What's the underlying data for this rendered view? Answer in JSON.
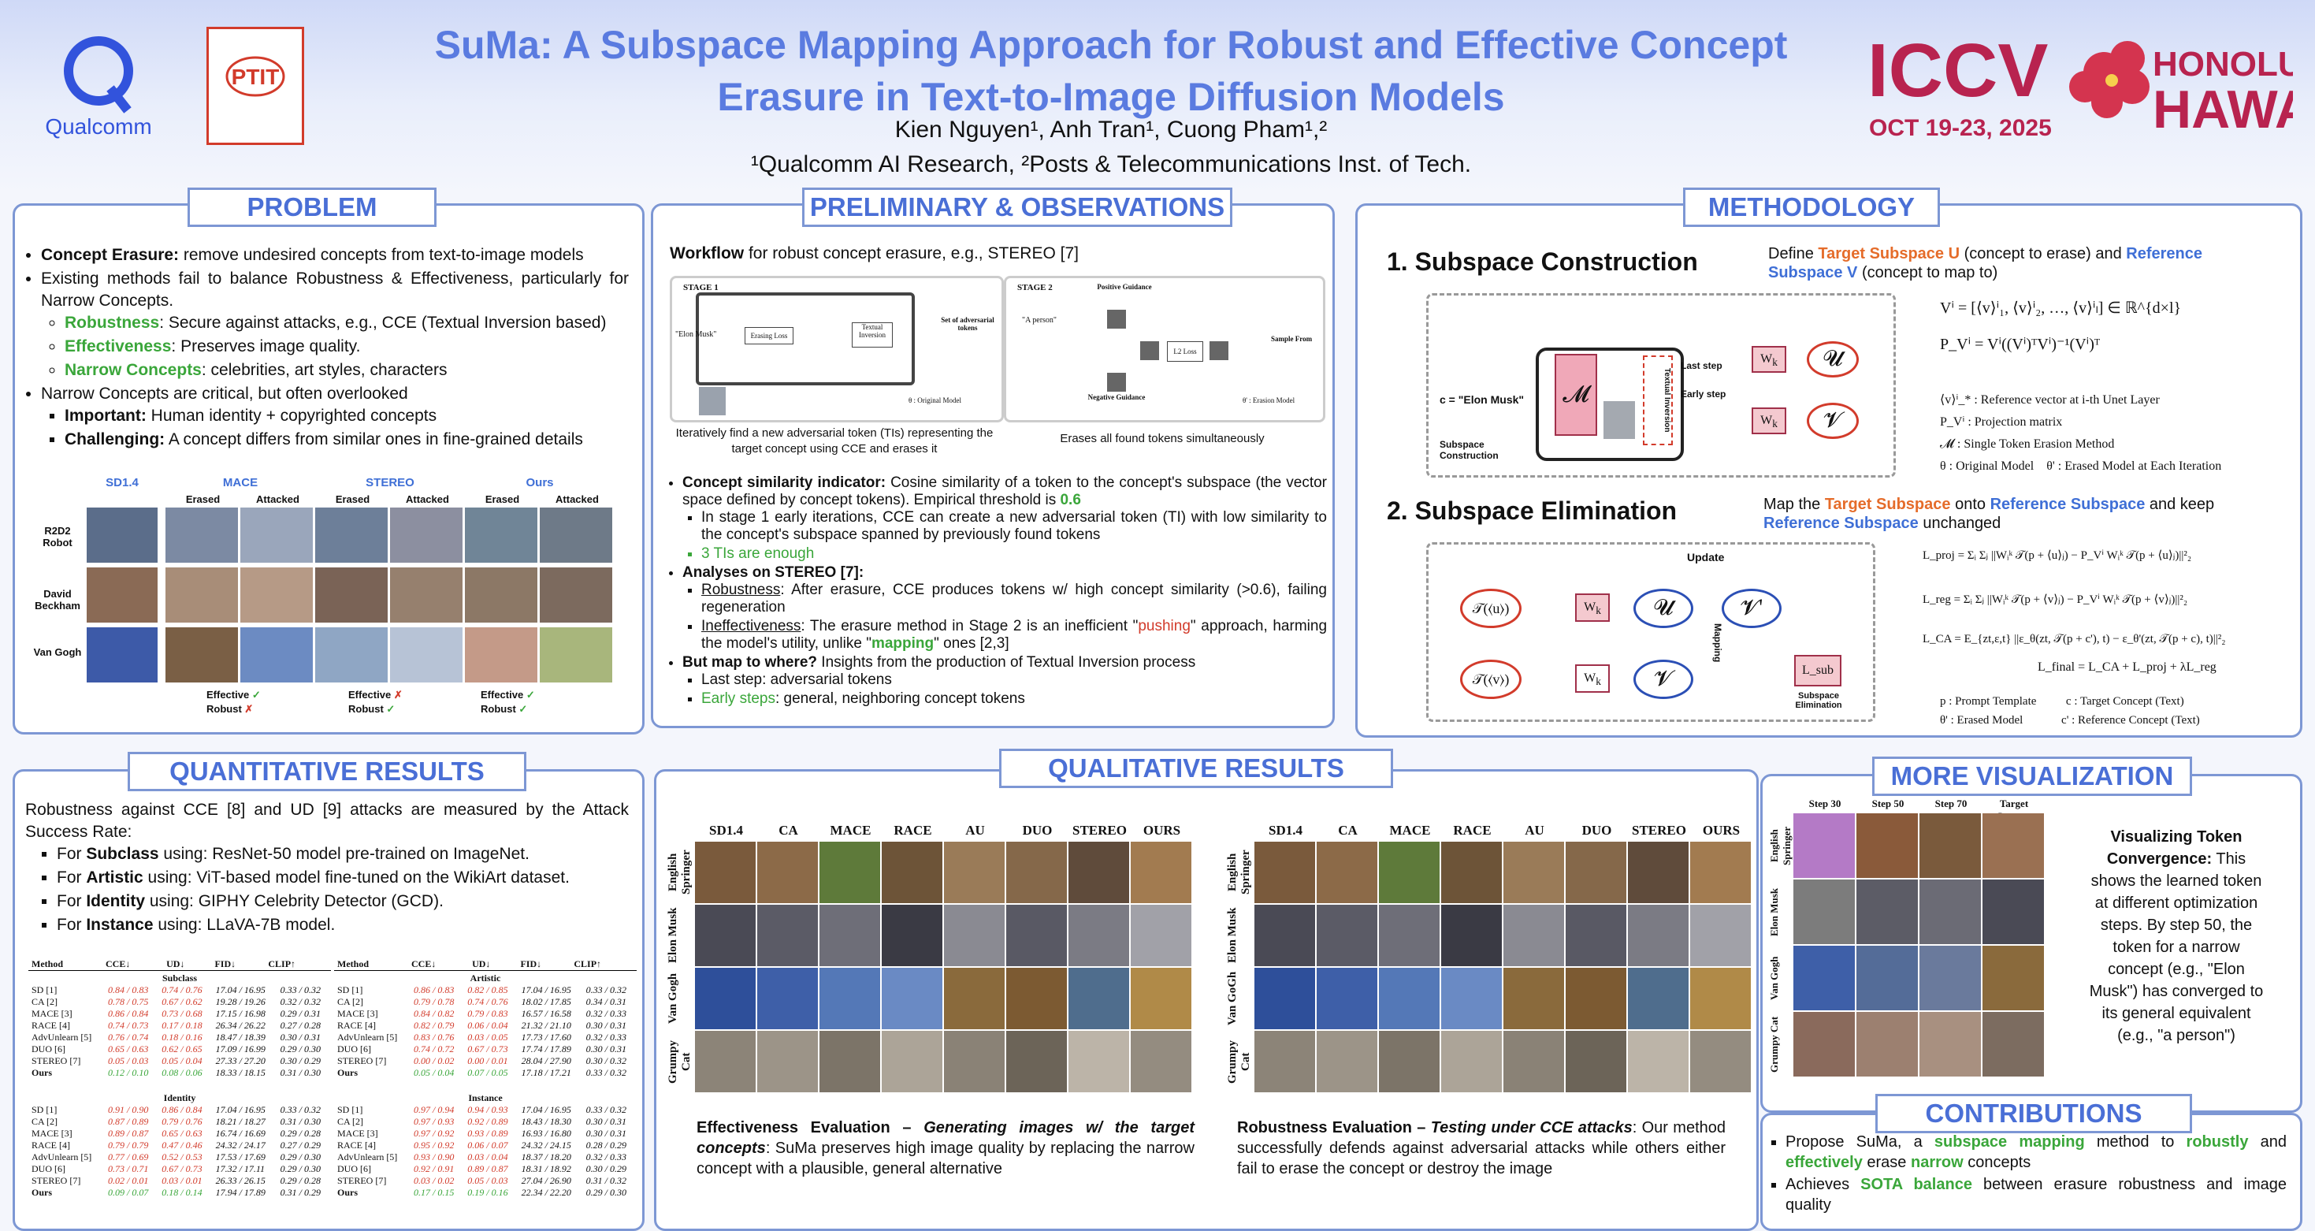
{
  "title_line1": "SuMa: A Subspace Mapping Approach for Robust and Effective Concept",
  "title_line2": "Erasure in Text-to-Image Diffusion Models",
  "authors": "Kien Nguyen¹, Anh Tran¹, Cuong Pham¹,²",
  "affiliations": "¹Qualcomm AI Research, ²Posts & Telecommunications Inst. of Tech.",
  "logos": {
    "qualcomm": "Qualcomm",
    "ptit": "PTIT",
    "iccv": "ICCV",
    "iccv_date": "OCT 19-23, 2025",
    "honolulu": "HONOLULU",
    "hawaii": "HAWAII"
  },
  "problem": {
    "heading": "PROBLEM",
    "b1_bold": "Concept Erasure:",
    "b1": " remove undesired concepts from text-to-image models",
    "b2": "Existing methods fail to balance Robustness & Effectiveness, particularly for Narrow Concepts.",
    "s1_bold": "Robustness",
    "s1": ": Secure against attacks, e.g., CCE (Textual Inversion based)",
    "s2_bold": "Effectiveness",
    "s2": ": Preserves image quality.",
    "s3_bold": "Narrow Concepts",
    "s3": ": celebrities, art styles, characters",
    "b3": "Narrow Concepts are critical, but often overlooked",
    "t1_bold": "Important:",
    "t1": " Human identity + copyrighted concepts",
    "t2_bold": "Challenging:",
    "t2": " A concept differs from similar ones in fine-grained details",
    "cols": [
      "SD1.4",
      "MACE",
      "STEREO",
      "Ours"
    ],
    "subcols": [
      "Erased",
      "Attacked",
      "Erased",
      "Attacked",
      "Erased",
      "Attacked"
    ],
    "rows": [
      "R2D2 Robot",
      "David Beckham",
      "Van Gogh"
    ],
    "eff_label": "Effective",
    "rob_label": "Robust"
  },
  "prelim": {
    "heading": "PRELIMINARY & OBSERVATIONS",
    "workflow_bold": "Workflow",
    "workflow": " for robust concept erasure, e.g., STEREO [7]",
    "stage1": "STAGE 1",
    "stage2": "STAGE 2",
    "s1_caption": "Iteratively find a new adversarial token (TIs) representing the target concept using CCE and erases it",
    "s2_caption": "Erases all found tokens simultaneously",
    "d_elon": "\"Elon Musk\"",
    "d_erasing": "Erasing Loss",
    "d_textual": "Textual Inversion",
    "d_setadv": "Set of adversarial tokens",
    "d_pos": "Positive Guidance",
    "d_neg": "Negative Guidance",
    "d_person": "\"A person\"",
    "d_l2": "L2 Loss",
    "d_sample": "Sample From",
    "d_orig": "θ : Original Model",
    "d_erased": "θ' : Erasion Model",
    "c1_bold": "Concept similarity indicator:",
    "c1": " Cosine similarity of a token to the concept's subspace (the vector space defined by concept tokens). Empirical threshold is ",
    "c1_val": "0.6",
    "c1_sub": "In stage 1 early iterations, CCE can create a new adversarial token (TI) with low similarity to the concept's subspace spanned by previously found tokens",
    "c1_sub2": "3 TIs are enough",
    "a_bold": "Analyses on STEREO [7]:",
    "a1_u": "Robustness",
    "a1": ": After erasure, CCE produces tokens w/ high concept similarity (>0.6), failing regeneration",
    "a2_u": "Ineffectiveness",
    "a2": ": The erasure method in Stage 2 is an inefficient \"",
    "a2_push": "pushing",
    "a2_mid": "\" approach, harming the model's utility, unlike \"",
    "a2_map": "mapping",
    "a2_end": "\" ones [2,3]",
    "m_bold": "But map to where?",
    "m": " Insights from the production of Textual Inversion process",
    "m1": "Last step: adversarial tokens",
    "m2_bold": "Early steps",
    "m2": ": general, neighboring concept tokens"
  },
  "method": {
    "heading": "METHODOLOGY",
    "sub1": "1. Subspace Construction",
    "def_a": "Define ",
    "def_target": "Target Subspace U",
    "def_b": " (concept to erase) and ",
    "def_ref": "Reference Subspace V",
    "def_c": " (concept to map to)",
    "elon": "c = \"Elon Musk\"",
    "laststep": "Last step",
    "earlystep": "Early step",
    "textinv": "Textual Inversion",
    "subcon": "Subspace Construction",
    "eq1": "Vⁱ = [⟨v⟩ⁱ₁, ⟨v⟩ⁱ₂, …, ⟨v⟩ⁱₗ] ∈ ℝ^{d×l}",
    "eq2": "P_Vⁱ = Vⁱ((Vⁱ)ᵀVⁱ)⁻¹(Vⁱ)ᵀ",
    "leg1": "⟨v⟩ⁱ_* : Reference vector at i-th Unet Layer",
    "leg2": "P_Vⁱ : Projection matrix",
    "leg3": "𝓜 : Single Token Erasion Method",
    "leg4": "θ : Original Model",
    "leg5": "θ' : Erased Model at Each Iteration",
    "sub2": "2. Subspace Elimination",
    "map_a": "Map the ",
    "map_target": "Target Subspace",
    "map_b": " onto ",
    "map_ref": "Reference Subspace",
    "map_c": " and keep ",
    "map_ref2": "Reference Subspace",
    "map_d": " unchanged",
    "update": "Update",
    "mapping": "Mapping",
    "subelim": "Subspace Elimination",
    "lsub": "L_sub",
    "eqp": "L_proj = Σᵢ Σⱼ ||Wᵢᵏ 𝒯(p + ⟨u⟩ⱼ) − P_Vⁱ Wᵢᵏ 𝒯(p + ⟨u⟩ⱼ)||²₂",
    "eqr": "L_reg = Σᵢ Σⱼ ||Wᵢᵏ 𝒯(p + ⟨v⟩ⱼ) − P_Vⁱ Wᵢᵏ 𝒯(p + ⟨v⟩ⱼ)||²₂",
    "eqc": "L_CA = E_{zt,ε,t} ||ε_θ(zt, 𝒯(p + c'), t) − ε_θ'(zt, 𝒯(p + c), t)||²₂",
    "eqf": "L_final = L_CA + L_proj + λL_reg",
    "lg1": "p : Prompt Template",
    "lg2": "c : Target Concept (Text)",
    "lg3": "θ' : Erased Model",
    "lg4": "c' : Reference Concept (Text)"
  },
  "quant": {
    "heading": "QUANTITATIVE RESULTS",
    "intro": "Robustness against CCE [8] and UD [9] attacks are measured by the Attack Success Rate:",
    "q1_a": "For ",
    "q1_b": "Subclass",
    "q1_c": " using: ResNet-50 model pre-trained on ImageNet.",
    "q2_a": "For ",
    "q2_b": "Artistic",
    "q2_c": " using:  ViT-based model fine-tuned on the WikiArt dataset.",
    "q3_a": "For ",
    "q3_b": "Identity",
    "q3_c": " using: GIPHY Celebrity Detector (GCD).",
    "q4_a": "For ",
    "q4_b": "Instance",
    "q4_c": " using: LLaVA-7B model.",
    "cols": [
      "Method",
      "CCE↓",
      "UD↓",
      "FID↓",
      "CLIP↑"
    ],
    "sections": [
      "Subclass",
      "Artistic",
      "Identity",
      "Instance"
    ],
    "methods": [
      "SD  [1]",
      "CA  [2]",
      "MACE  [3]",
      "RACE  [4]",
      "AdvUnlearn  [5]",
      "DUO  [6]",
      "STEREO  [7]",
      "Ours"
    ],
    "subclass": [
      [
        "0.84 / 0.83",
        "0.74 / 0.76",
        "17.04 / 16.95",
        "0.33 / 0.32"
      ],
      [
        "0.78 / 0.75",
        "0.67 / 0.62",
        "19.28 / 19.26",
        "0.32 / 0.32"
      ],
      [
        "0.86 / 0.84",
        "0.73 / 0.68",
        "17.15 / 16.98",
        "0.29 / 0.31"
      ],
      [
        "0.74 / 0.73",
        "0.17 / 0.18",
        "26.34 / 26.22",
        "0.27 / 0.28"
      ],
      [
        "0.76 / 0.74",
        "0.18 / 0.16",
        "18.47 / 18.39",
        "0.30 / 0.31"
      ],
      [
        "0.65 / 0.63",
        "0.62 / 0.65",
        "17.09 / 16.99",
        "0.29 / 0.30"
      ],
      [
        "0.05 / 0.03",
        "0.05 / 0.04",
        "27.33 / 27.20",
        "0.30 / 0.29"
      ],
      [
        "0.12 / 0.10",
        "0.08 / 0.06",
        "18.33 / 18.15",
        "0.31 / 0.30"
      ]
    ],
    "artistic": [
      [
        "0.86 / 0.83",
        "0.82 / 0.85",
        "17.04 / 16.95",
        "0.33 / 0.32"
      ],
      [
        "0.79 / 0.78",
        "0.74 / 0.76",
        "18.02 / 17.85",
        "0.34 / 0.31"
      ],
      [
        "0.84 / 0.82",
        "0.79 / 0.83",
        "16.57 / 16.58",
        "0.32 / 0.33"
      ],
      [
        "0.82 / 0.79",
        "0.06 / 0.04",
        "21.32 / 21.10",
        "0.30 / 0.31"
      ],
      [
        "0.83 / 0.76",
        "0.03 / 0.05",
        "17.73 / 17.60",
        "0.32 / 0.33"
      ],
      [
        "0.74 / 0.72",
        "0.67 / 0.73",
        "17.74 / 17.89",
        "0.30 / 0.31"
      ],
      [
        "0.00 / 0.02",
        "0.00 / 0.01",
        "28.04 / 27.90",
        "0.30 / 0.32"
      ],
      [
        "0.05 / 0.04",
        "0.07 / 0.05",
        "17.18 / 17.21",
        "0.33 / 0.32"
      ]
    ],
    "identity": [
      [
        "0.91 / 0.90",
        "0.86 / 0.84",
        "17.04 / 16.95",
        "0.33 / 0.32"
      ],
      [
        "0.87 / 0.89",
        "0.79 / 0.76",
        "18.21 / 18.27",
        "0.31 / 0.30"
      ],
      [
        "0.89 / 0.87",
        "0.65 / 0.63",
        "16.74 / 16.69",
        "0.29 / 0.28"
      ],
      [
        "0.79 / 0.79",
        "0.47 / 0.46",
        "24.32 / 24.17",
        "0.27 / 0.29"
      ],
      [
        "0.77 / 0.69",
        "0.52 / 0.53",
        "17.53 / 17.69",
        "0.29 / 0.30"
      ],
      [
        "0.73 / 0.71",
        "0.67 / 0.73",
        "17.32 / 17.11",
        "0.29 / 0.30"
      ],
      [
        "0.02 / 0.01",
        "0.03 / 0.01",
        "26.33 / 26.15",
        "0.29 / 0.28"
      ],
      [
        "0.09 / 0.07",
        "0.18 / 0.14",
        "17.94 / 17.89",
        "0.31 / 0.29"
      ]
    ],
    "instance": [
      [
        "0.97 / 0.94",
        "0.94 / 0.93",
        "17.04 / 16.95",
        "0.33 / 0.32"
      ],
      [
        "0.97 / 0.93",
        "0.92 / 0.89",
        "18.43 / 18.30",
        "0.30 / 0.31"
      ],
      [
        "0.97 / 0.92",
        "0.93 / 0.89",
        "16.93 / 16.80",
        "0.30 / 0.31"
      ],
      [
        "0.95 / 0.92",
        "0.06 / 0.07",
        "24.32 / 24.15",
        "0.28 / 0.29"
      ],
      [
        "0.93 / 0.90",
        "0.03 / 0.04",
        "18.37 / 18.20",
        "0.32 / 0.33"
      ],
      [
        "0.92 / 0.91",
        "0.89 / 0.87",
        "18.31 / 18.92",
        "0.30 / 0.29"
      ],
      [
        "0.03 / 0.02",
        "0.05 / 0.03",
        "27.04 / 26.90",
        "0.31 / 0.32"
      ],
      [
        "0.17 / 0.15",
        "0.19 / 0.16",
        "22.34 / 22.20",
        "0.29 / 0.30"
      ]
    ]
  },
  "qual": {
    "heading": "QUALITATIVE RESULTS",
    "cols": [
      "SD1.4",
      "CA",
      "MACE",
      "RACE",
      "AU",
      "DUO",
      "STEREO",
      "OURS"
    ],
    "rows": [
      "English Springer",
      "Elon Musk",
      "Van Gogh",
      "Grumpy Cat"
    ],
    "rows2": [
      "English Springer",
      "Elon Musk",
      "Van GoGh",
      "Grumpy Cat"
    ],
    "e_bold": "Effectiveness Evaluation – ",
    "e_ital": "Generating images w/ the target concepts",
    "e": ": SuMa preserves high image quality by replacing the narrow concept with a plausible, general alternative",
    "r_bold": "Robustness Evaluation – ",
    "r_ital": "Testing under CCE attacks",
    "r": ": Our method successfully defends against adversarial attacks while others either fail to erase the concept or destroy the image"
  },
  "vis": {
    "heading": "MORE VISUALIZATION",
    "cols": [
      "Step 30",
      "Step 50",
      "Step 70",
      "Target Concept"
    ],
    "rows": [
      "English Springer",
      "Elon Musk",
      "Van Gogh",
      "Grumpy Cat"
    ],
    "v_bold": "Visualizing Token Convergence:",
    "v": " This shows the learned token at different optimization steps. By step 50, the token for a narrow concept (e.g., \"Elon Musk\") has converged to its general equivalent (e.g., \"a person\")"
  },
  "contrib": {
    "heading": "CONTRIBUTIONS",
    "c1_a": "Propose SuMa, a ",
    "c1_b": "subspace mapping",
    "c1_c": " method to ",
    "c1_d": "robustly",
    "c1_e": " and ",
    "c1_f": "effectively",
    "c1_g": " erase ",
    "c1_h": "narrow",
    "c1_i": " concepts",
    "c2_a": "Achieves ",
    "c2_b": "SOTA balance",
    "c2_c": " between erasure robustness and image quality"
  },
  "colors": {
    "accent": "#4a6fd6",
    "panel_border": "#7d97d4",
    "green": "#3aa63a",
    "red": "#d23b2b",
    "orange": "#e56c2a"
  }
}
